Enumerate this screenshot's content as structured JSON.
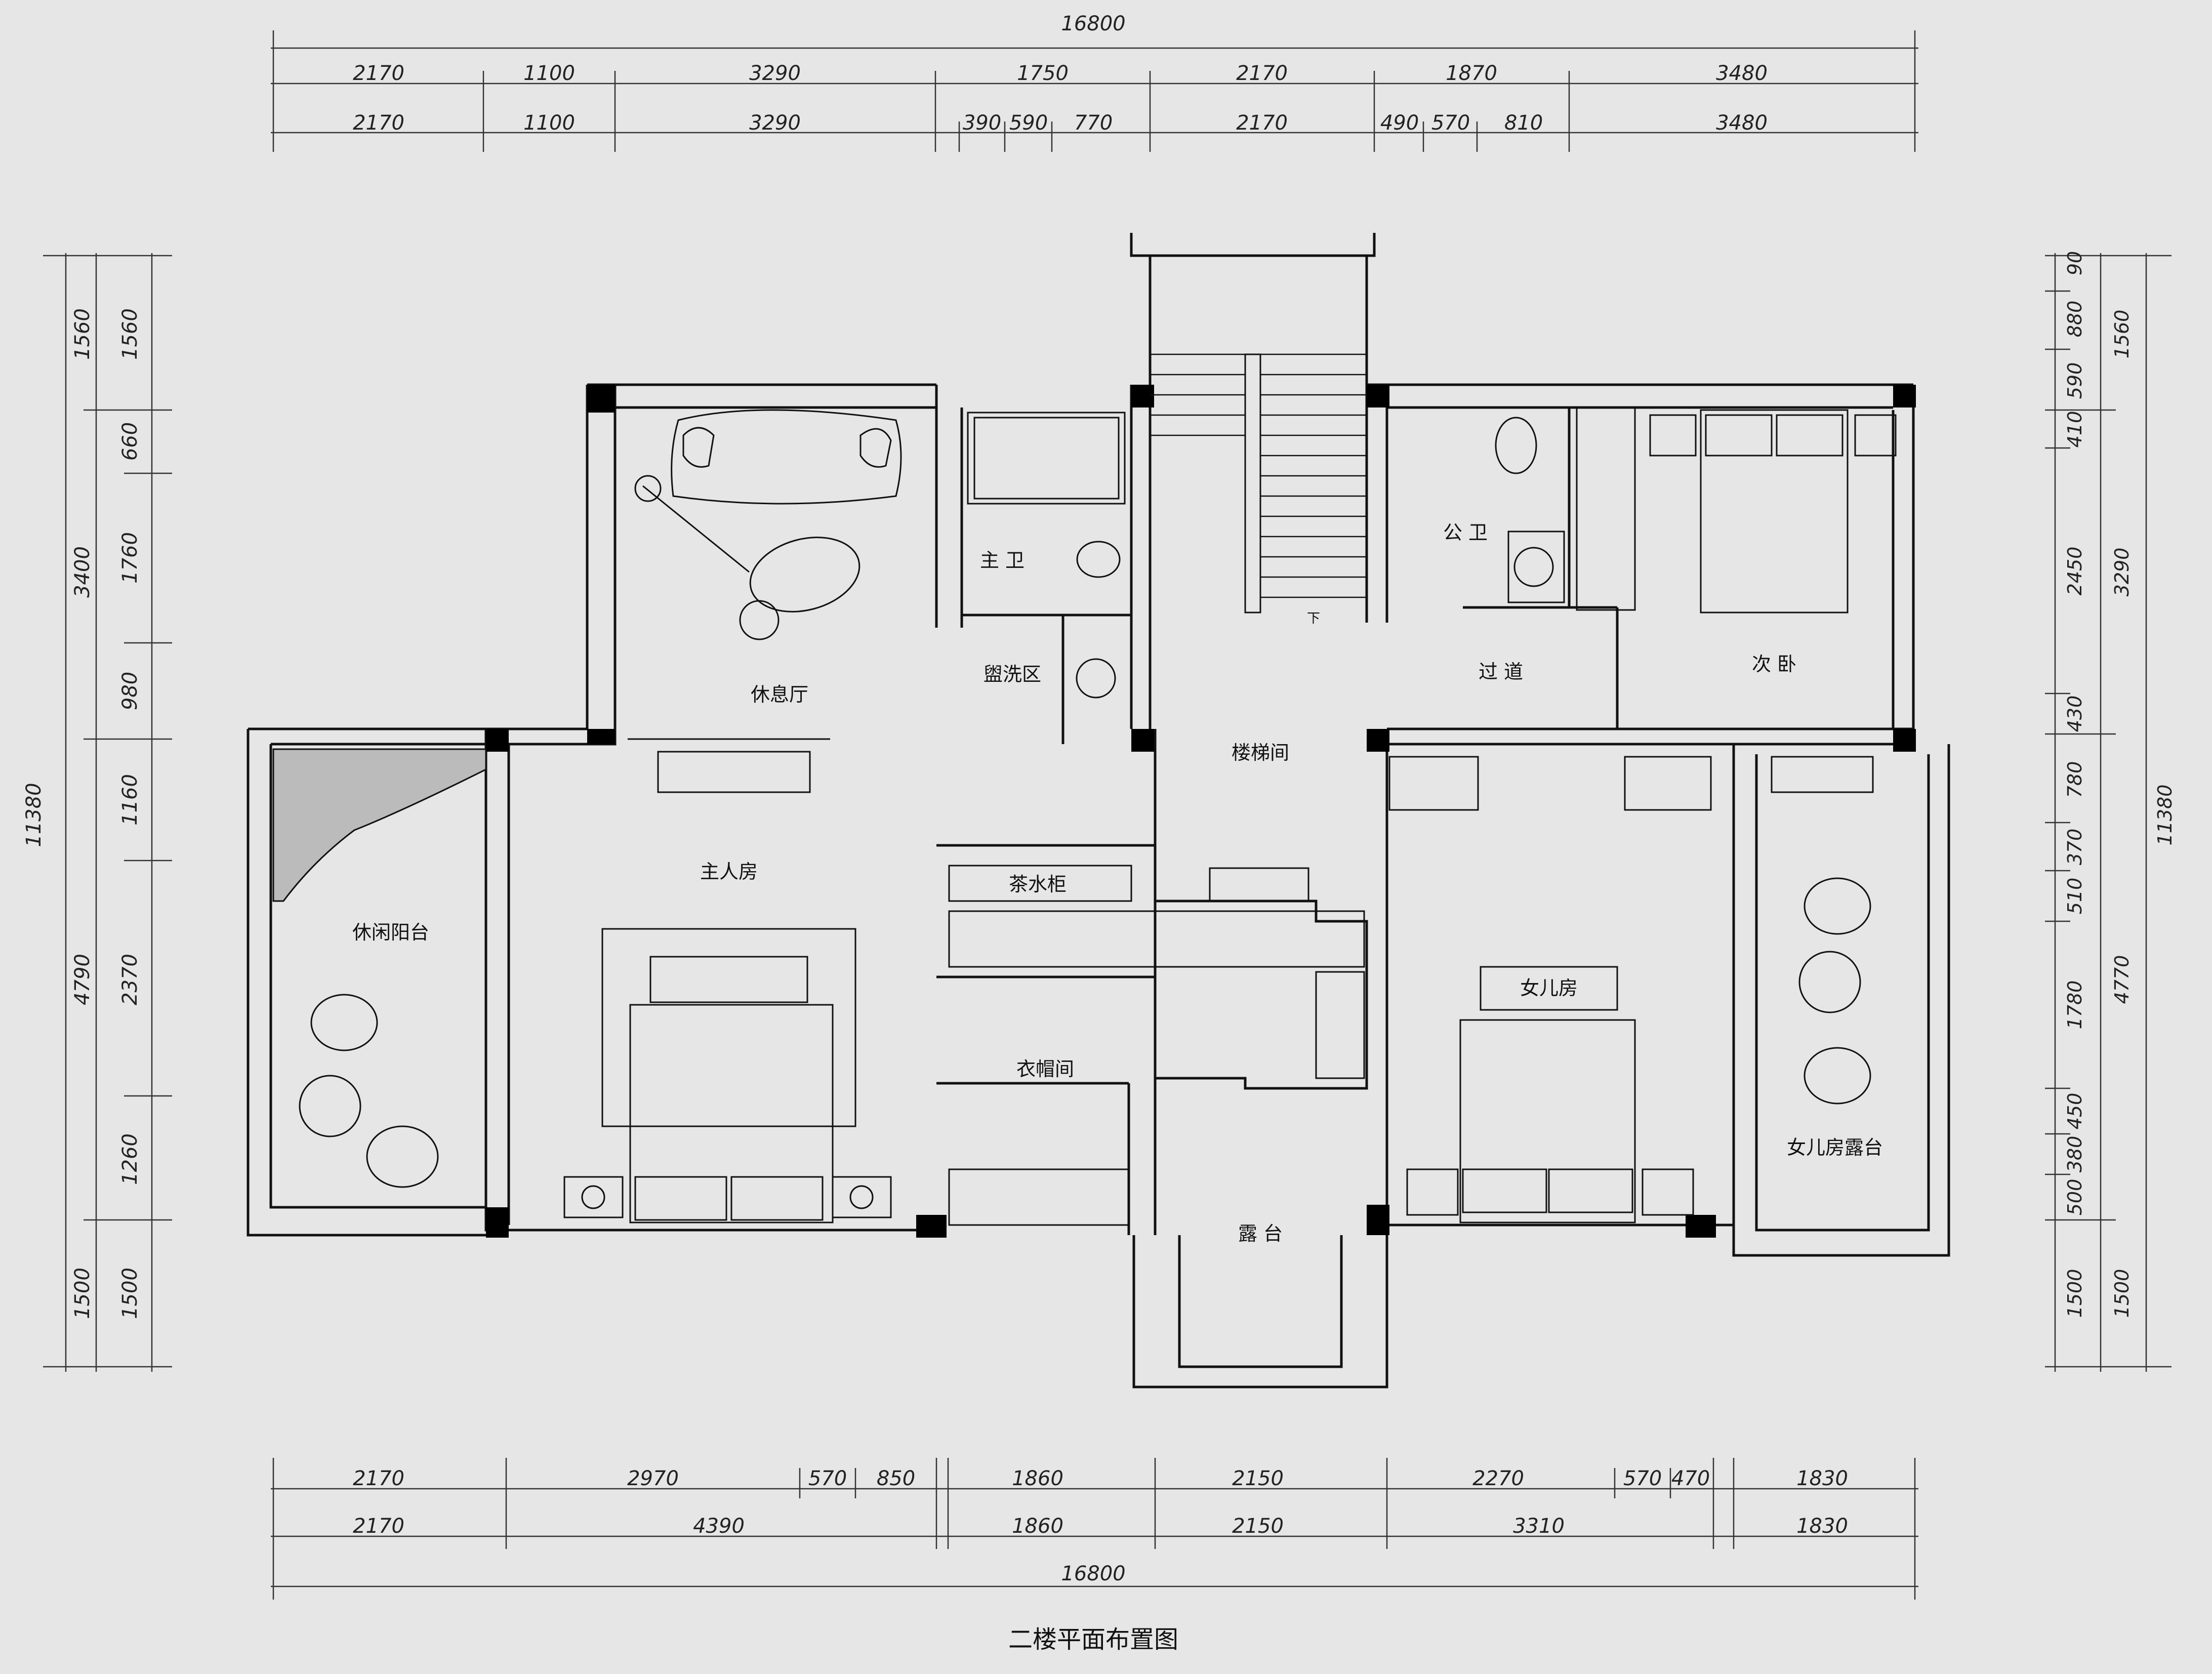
{
  "title": "二楼平面布置图",
  "rooms": {
    "lounge": "休息厅",
    "master_bath": "主 卫",
    "wash": "盥洗区",
    "public_bath": "公 卫",
    "corridor": "过 道",
    "second_bedroom": "次 卧",
    "stair": "楼梯间",
    "master_room": "主人房",
    "leisure_balcony": "休闲阳台",
    "tea_cabinet": "茶水柜",
    "cloakroom": "衣帽间",
    "terrace": "露 台",
    "daughter_room": "女儿房",
    "daughter_terrace": "女儿房露台",
    "down": "下"
  },
  "dims": {
    "top_total": "16800",
    "top_row1": [
      "2170",
      "1100",
      "3290",
      "1750",
      "2170",
      "1870",
      "3480"
    ],
    "top_row2": [
      "2170",
      "1100",
      "3290",
      "390",
      "590",
      "770",
      "2170",
      "490",
      "570",
      "810",
      "3480"
    ],
    "bottom_row1": [
      "2170",
      "2970",
      "570",
      "850",
      "1860",
      "2150",
      "2270",
      "570",
      "470",
      "1830"
    ],
    "bottom_row2": [
      "2170",
      "4390",
      "1860",
      "2150",
      "3310",
      "1830"
    ],
    "bottom_total": "16800",
    "left_outer": [
      "1560",
      "3400",
      "11380",
      "4790",
      "1500"
    ],
    "left_inner": [
      "1560",
      "660",
      "1760",
      "980",
      "1160",
      "2370",
      "1260",
      "1500"
    ],
    "right_inner": [
      "90",
      "880",
      "590",
      "410",
      "2450",
      "430",
      "780",
      "370",
      "510",
      "1780",
      "450",
      "380",
      "500",
      "1500"
    ],
    "right_outer": [
      "1560",
      "3290",
      "11380",
      "4770",
      "1500"
    ]
  }
}
